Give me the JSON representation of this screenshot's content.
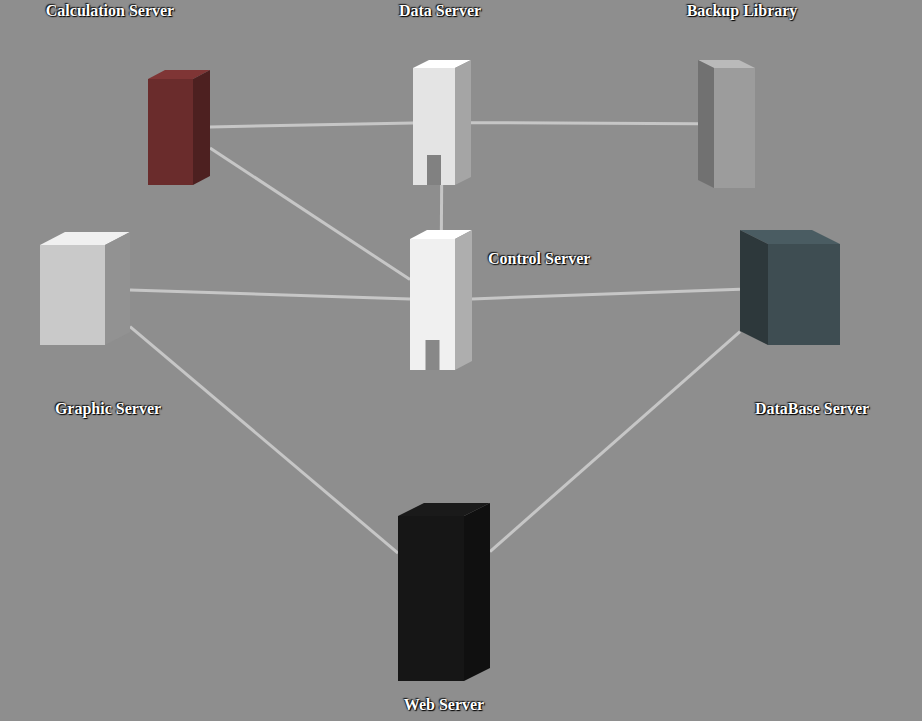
{
  "diagram": {
    "nodes": [
      {
        "text": [
          "Calculation Server"
        ]
      },
      {
        "text": [
          "Data Server"
        ]
      },
      {
        "text": [
          "Backup Library"
        ]
      },
      {
        "text": [
          "Graphic Server"
        ]
      },
      {
        "text": [
          "Control Server"
        ]
      },
      {
        "text": [
          "DataBase Server"
        ]
      },
      {
        "text": [
          "Web Server"
        ]
      }
    ],
    "edges": [
      {
        "from": 0,
        "to": 1,
        "arrow": "none"
      },
      {
        "from": 1,
        "to": 2,
        "arrow": "none"
      },
      {
        "from": 0,
        "to": 4,
        "arrow": "none"
      },
      {
        "from": 1,
        "to": 4,
        "arrow": "none"
      },
      {
        "from": 3,
        "to": 4,
        "arrow": "none"
      },
      {
        "from": 4,
        "to": 5,
        "arrow": "none"
      },
      {
        "from": 3,
        "to": 6,
        "arrow": "none"
      },
      {
        "from": 5,
        "to": 6,
        "arrow": "none"
      }
    ]
  }
}
